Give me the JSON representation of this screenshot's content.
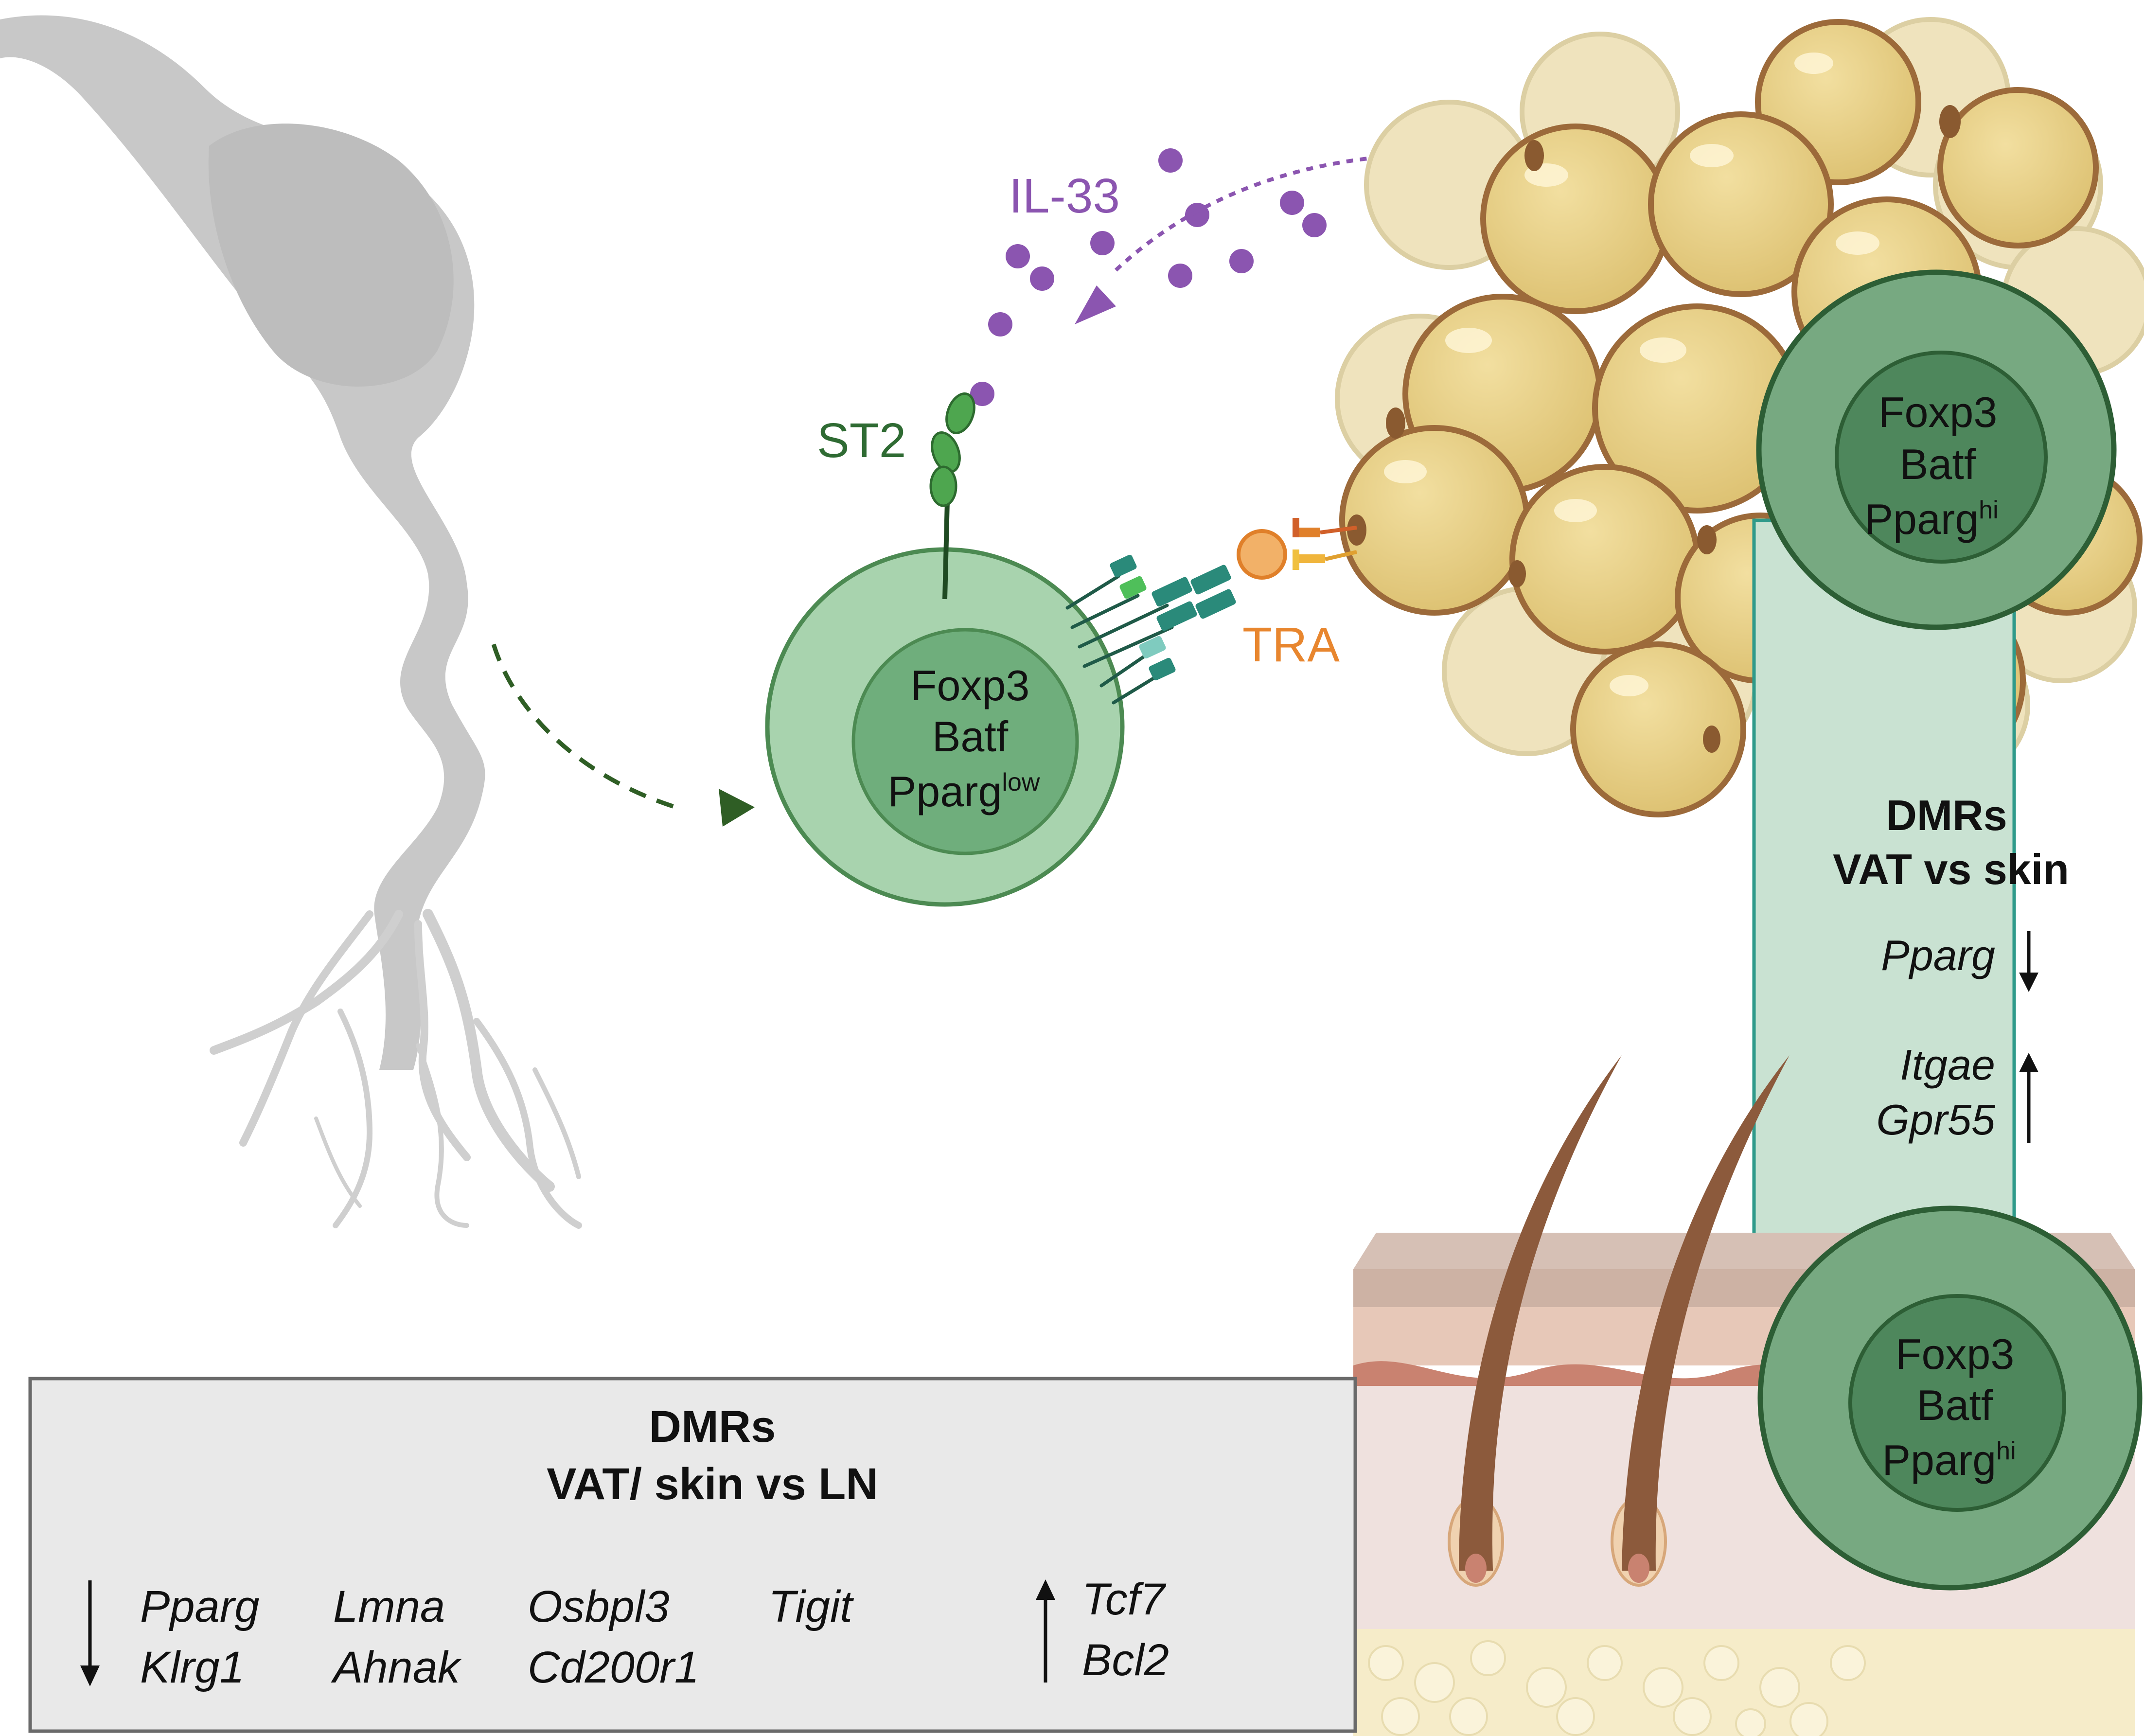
{
  "labels": {
    "il33": "IL-33",
    "st2": "ST2",
    "tra": "TRA"
  },
  "cells": {
    "ln_treg": {
      "line1": "Foxp3",
      "line2": "Batf",
      "line3_base": "Pparg",
      "line3_sup": "low"
    },
    "vat_treg": {
      "line1": "Foxp3",
      "line2": "Batf",
      "line3_base": "Pparg",
      "line3_sup": "hi"
    },
    "skin_treg": {
      "line1": "Foxp3",
      "line2": "Batf",
      "line3_base": "Pparg",
      "line3_sup": "hi"
    }
  },
  "vat_skin_panel": {
    "title_line1": "DMRs",
    "title_line2": "VAT vs skin",
    "down_genes": [
      "Pparg"
    ],
    "up_genes": [
      "Itgae",
      "Gpr55"
    ]
  },
  "bottom_panel": {
    "title_line1": "DMRs",
    "title_line2": "VAT/ skin vs LN",
    "down_genes": [
      "Pparg",
      "Klrg1",
      "Lmna",
      "Ahnak",
      "Osbpl3",
      "Cd200r1",
      "Tigit"
    ],
    "up_genes": [
      "Tcf7",
      "Bcl2"
    ]
  },
  "colors": {
    "il33": "#8b55b0",
    "st2": "#2f6b33",
    "tra": "#e8862e",
    "treg_outer": "#a8d3ae",
    "treg_inner": "#6fae7c",
    "treg_hi_outer": "#77a981",
    "treg_hi_inner": "#4e875c",
    "panel_green": "#c9e2d2",
    "panel_grey": "#e9e9e9",
    "adipocyte": "#e8cd7e",
    "lymph_node": "#c9c9c9"
  }
}
